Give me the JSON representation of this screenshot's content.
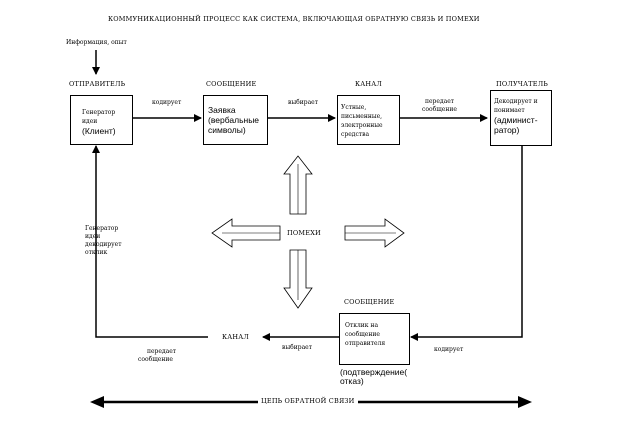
{
  "title": "КОММУНИКАЦИОННЫЙ ПРОЦЕСС КАК СИСТЕМА, ВКЛЮЧАЮЩАЯ ОБРАТНУЮ СВЯЗЬ И ПОМЕХИ",
  "input": "Информация, опыт",
  "sender": {
    "heading": "ОТПРАВИТЕЛЬ",
    "line1": "Генератор",
    "line2": "идеи",
    "line3": "(Клиент)"
  },
  "message": {
    "heading": "СООБЩЕНИЕ",
    "line1": "Заявка",
    "line2": "(вербальные",
    "line3": "символы)"
  },
  "channel": {
    "heading": "КАНАЛ",
    "line1": "Устные,",
    "line2": "письменные,",
    "line3": "электронные",
    "line4": "средства"
  },
  "receiver": {
    "heading": "ПОЛУЧАТЕЛЬ",
    "line1": "Декодирует и",
    "line2": "понимает",
    "line3": "(админист-",
    "line4": "ратор)"
  },
  "arrows": {
    "encodes": "кодирует",
    "chooses": "выбирает",
    "transmits1": "передает",
    "transmits2": "сообщение"
  },
  "noise": "ПОМЕХИ",
  "feedback_sender": {
    "line1": "Генератор",
    "line2": "идеи",
    "line3": "декодирует",
    "line4": "отклик"
  },
  "feedback_message": {
    "heading": "СООБЩЕНИЕ",
    "line1": "Отклик на",
    "line2": "сообщение",
    "line3": "отправителя",
    "line4": "(подтверждение(",
    "line5": "отказ)"
  },
  "feedback_channel": "КАНАЛ",
  "feedback_arrows": {
    "encodes": "кодирует",
    "chooses": "выбирает",
    "transmits1": "передает",
    "transmits2": "сообщение"
  },
  "feedback_chain": "ЦЕПЬ ОБРАТНОЙ СВЯЗИ"
}
